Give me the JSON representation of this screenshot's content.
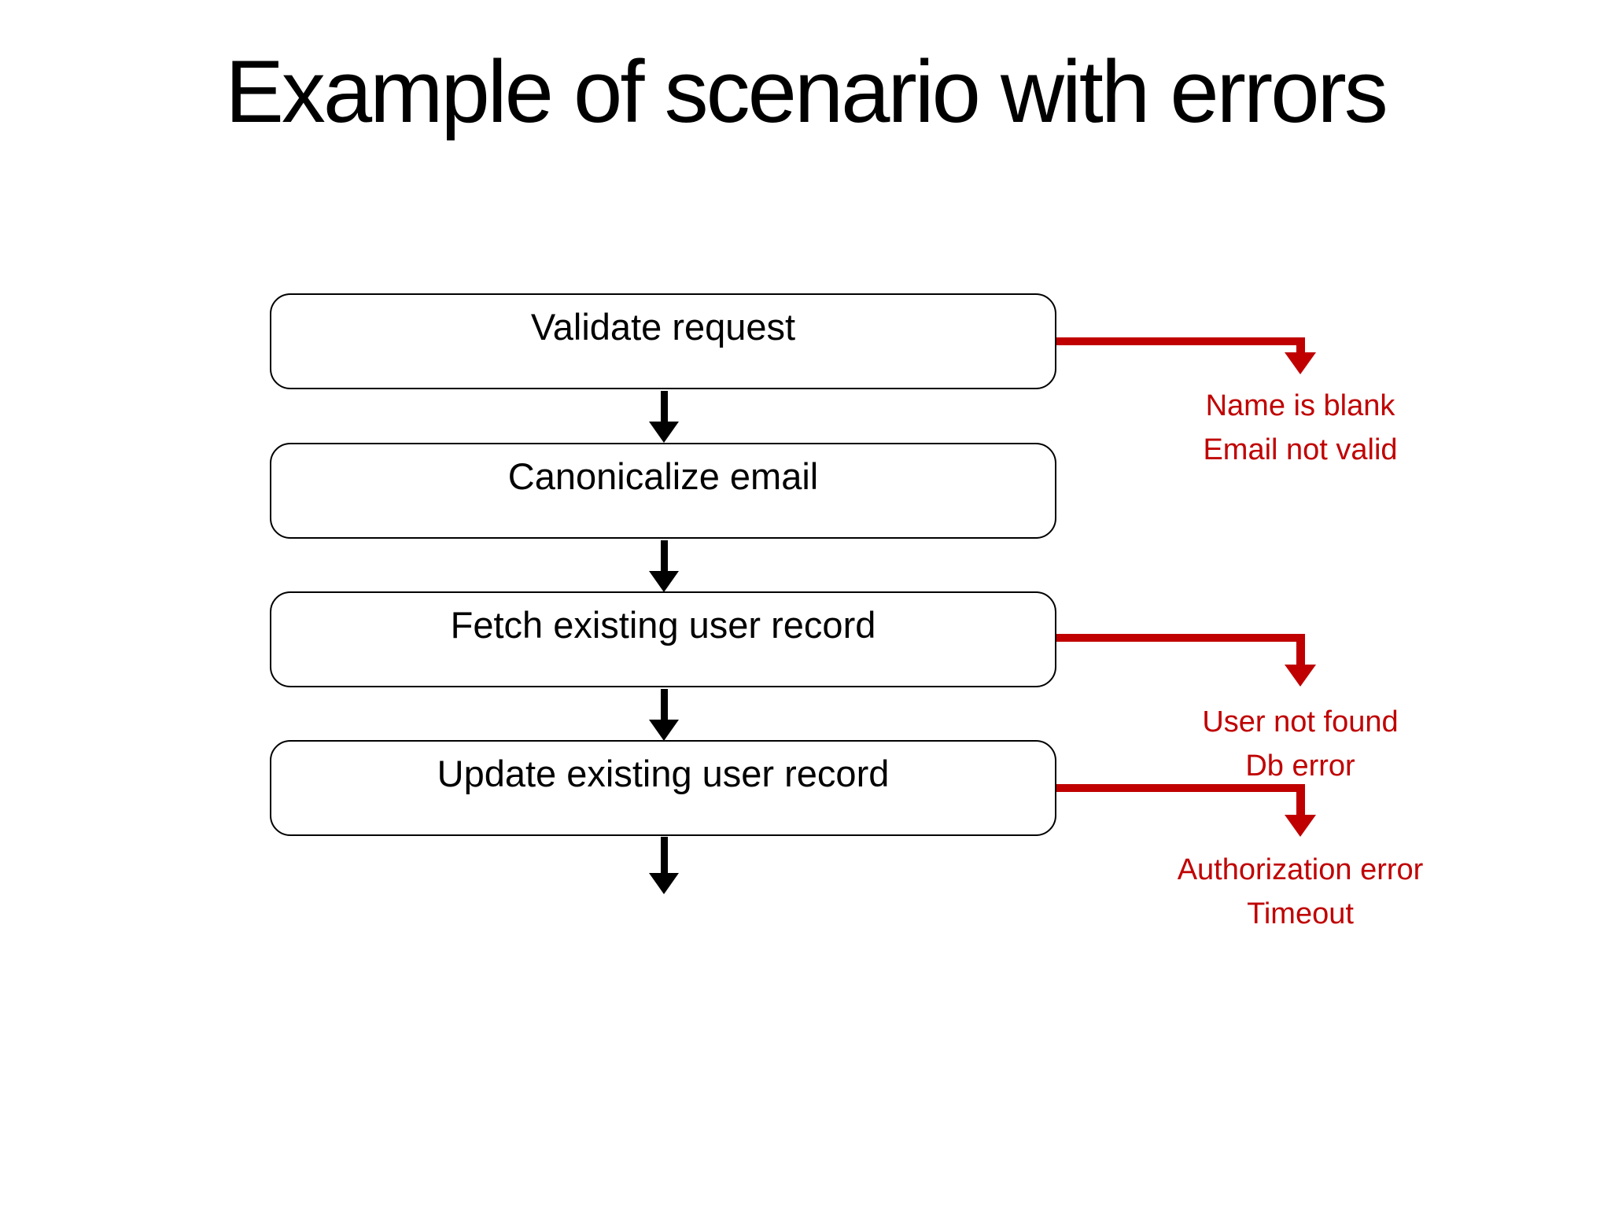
{
  "title": "Example of scenario with errors",
  "steps": [
    {
      "label": "Validate request"
    },
    {
      "label": "Canonicalize email"
    },
    {
      "label": "Fetch existing user record"
    },
    {
      "label": "Update existing user record"
    }
  ],
  "errors": [
    {
      "lines": [
        "Name is blank",
        "Email not valid"
      ]
    },
    {
      "lines": [
        "User not found",
        "Db error"
      ]
    },
    {
      "lines": [
        "Authorization error",
        "Timeout"
      ]
    }
  ],
  "colors": {
    "background": "#FFFFFF",
    "ink": "#000000",
    "error": "#C00000"
  }
}
